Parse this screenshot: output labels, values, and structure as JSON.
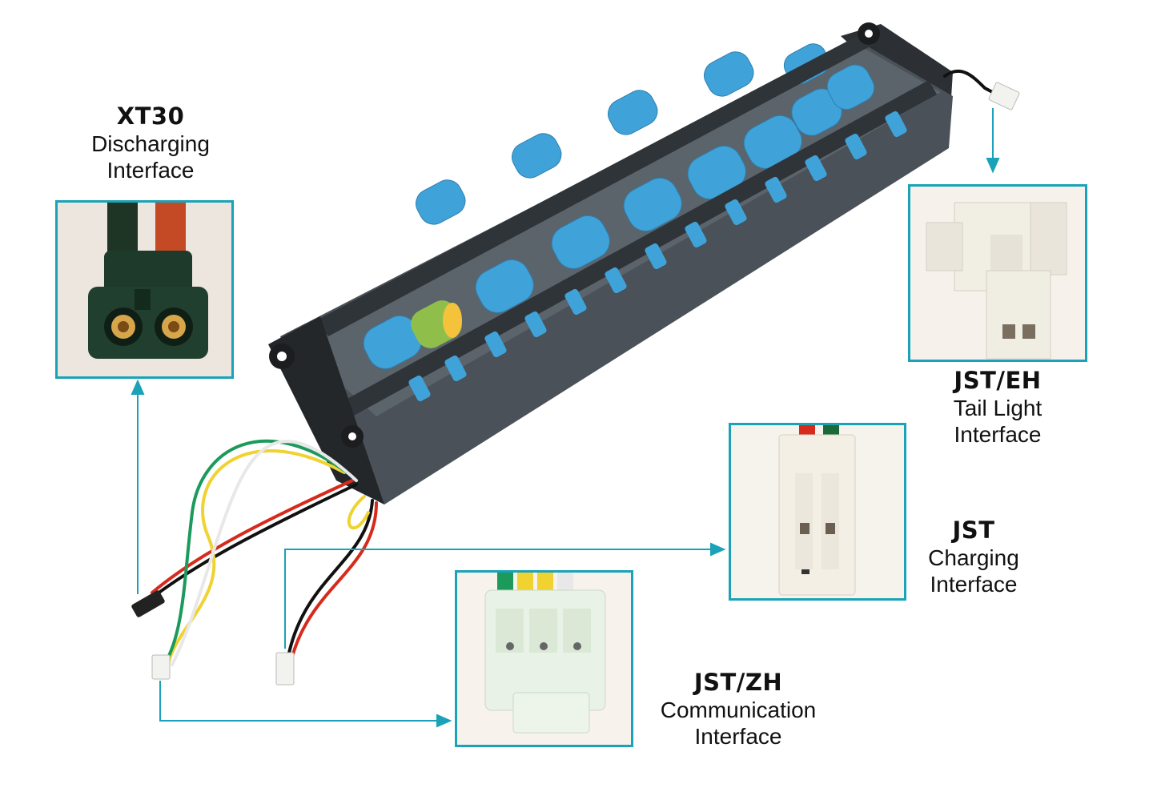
{
  "colors": {
    "accent": "#1aa3b8",
    "cell_blue": "#3fa3d9",
    "pack_dark": "#3a3f44",
    "connector_white": "#efece2",
    "xt30_body": "#1f3a2a"
  },
  "callouts": [
    {
      "id": "xt30",
      "title": "XT30",
      "lines": [
        "Discharging",
        "Interface"
      ]
    },
    {
      "id": "jst_eh",
      "title": "JST/EH",
      "lines": [
        "Tail Light",
        "Interface"
      ]
    },
    {
      "id": "jst",
      "title": "JST",
      "lines": [
        "Charging",
        "Interface"
      ]
    },
    {
      "id": "jst_zh",
      "title": "JST/ZH",
      "lines": [
        "Communication",
        "Interface"
      ]
    }
  ]
}
